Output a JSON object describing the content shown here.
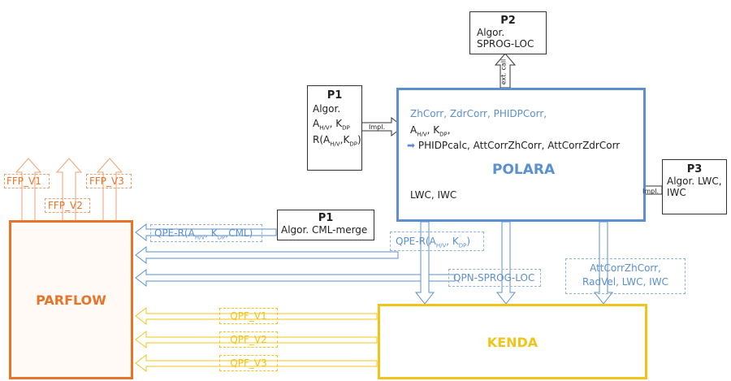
{
  "colors": {
    "orange": "#e8742a",
    "blue": "#5b8fd0",
    "yellow": "#f0c419",
    "dark": "#222222"
  },
  "parflow": {
    "label": "PARFLOW",
    "outputs": [
      "FFP_V1",
      "FFP_V2",
      "FFP_V3"
    ]
  },
  "polara": {
    "label": "POLARA",
    "line1": "ZhCorr, ZdrCorr, PHIDPCorr,",
    "line2": "A_H/V, K_DP,",
    "line3": "PHIDPcalc, AttCorrZhCorr, AttCorrZdrCorr",
    "line4": "LWC, IWC"
  },
  "kenda": {
    "label": "KENDA"
  },
  "p2": {
    "title": "P2",
    "line1": "Algor.",
    "line2": "SPROG-LOC",
    "tag": "ext. call"
  },
  "p1_top": {
    "title": "P1",
    "line1": "Algor.",
    "line2": "A_H/V, K_DP",
    "line3": "R(A_H/V,K_DP)",
    "tag": "Impl."
  },
  "p3": {
    "title": "P3",
    "line1": "Algor. LWC,",
    "line2": "IWC",
    "tag": "Impl."
  },
  "p1_cml": {
    "title": "P1",
    "line1": "Algor. CML-merge"
  },
  "flows": {
    "qpe_r_cml": "QPE-R(A_H/V, K_DP,CML)",
    "qpe_r": "QPE-R(A_H/V, K_DP)",
    "qpn": "QPN-SPROG-LOC",
    "att": "AttCorrZhCorr,",
    "att2": "RadVel, LWC, IWC",
    "qpf": [
      "QPF_V1",
      "QPF_V2",
      "QPF_V3"
    ]
  }
}
